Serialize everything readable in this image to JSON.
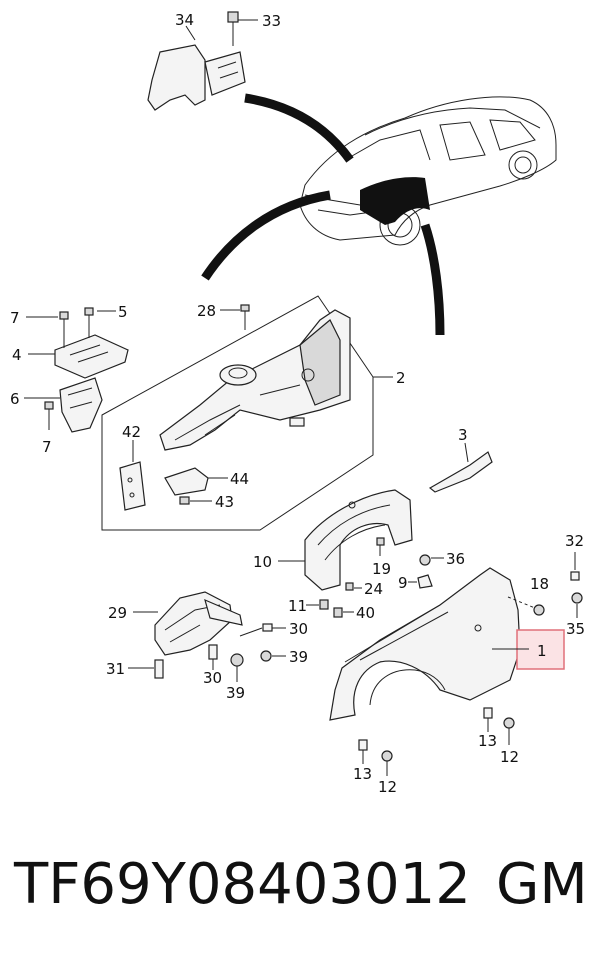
{
  "callouts": {
    "c1": "1",
    "c2": "2",
    "c3": "3",
    "c4": "4",
    "c5": "5",
    "c6": "6",
    "c7": "7",
    "c9": "9",
    "c10": "10",
    "c11": "11",
    "c12": "12",
    "c13": "13",
    "c18": "18",
    "c19": "19",
    "c24": "24",
    "c28": "28",
    "c29": "29",
    "c30": "30",
    "c31": "31",
    "c32": "32",
    "c33": "33",
    "c34": "34",
    "c35": "35",
    "c36": "36",
    "c39": "39",
    "c40": "40",
    "c42": "42",
    "c43": "43",
    "c44": "44"
  },
  "highlight_color": "#e0707a",
  "footer": {
    "part_code": "TF69Y08403012",
    "brand": "GM"
  }
}
